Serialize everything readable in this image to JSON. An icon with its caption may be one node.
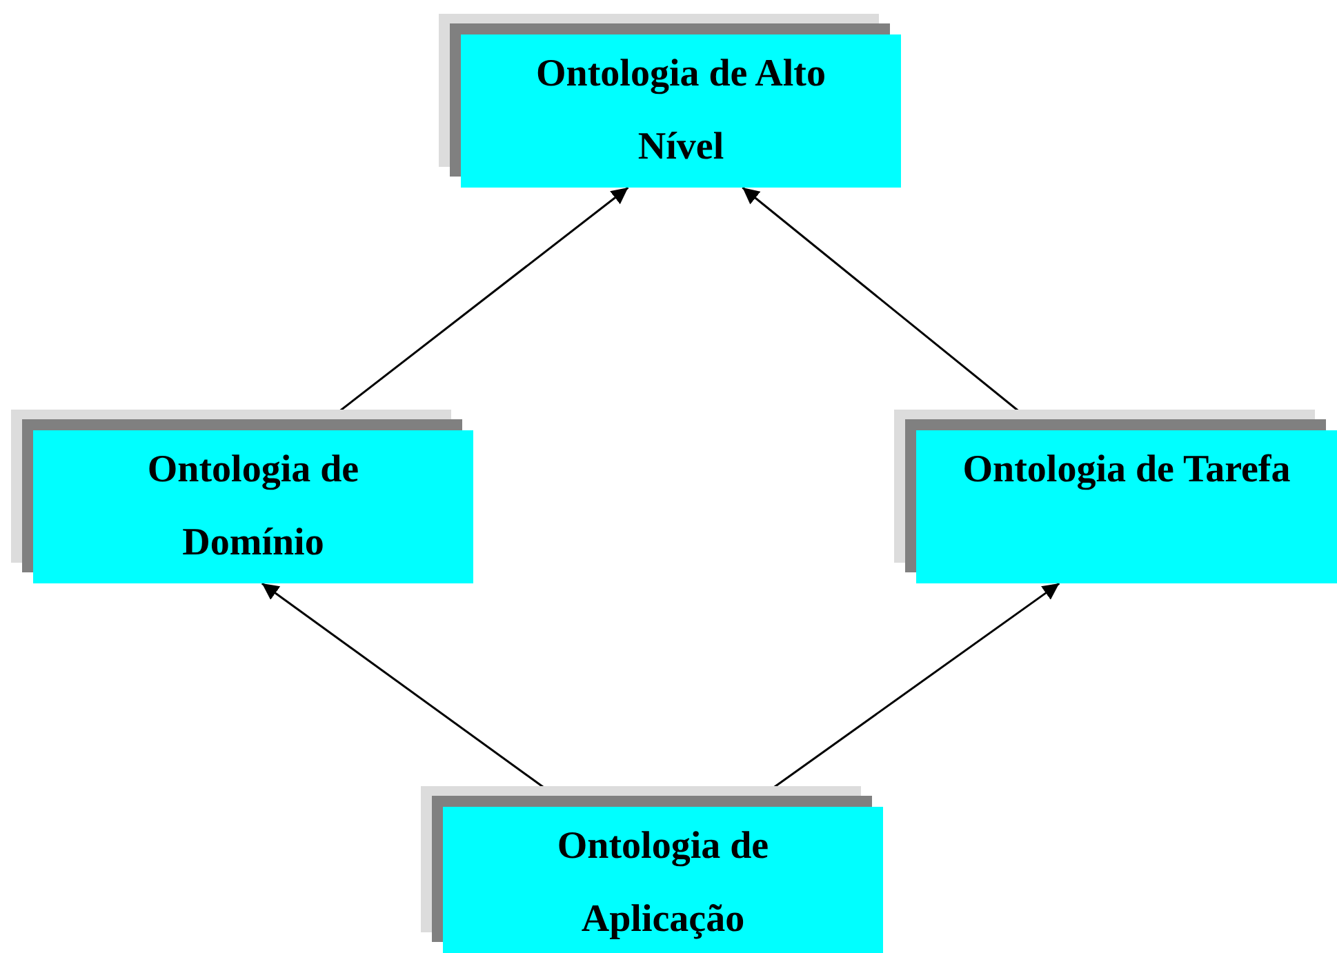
{
  "diagram": {
    "nodes": [
      {
        "text": [
          "Ontologia de Alto Nível"
        ]
      },
      {
        "text": [
          "Ontologia de Domínio"
        ]
      },
      {
        "text": [
          "Ontologia de Tarefa"
        ]
      },
      {
        "text": [
          "Ontologia de Aplicação"
        ]
      }
    ],
    "edges": [
      {
        "from": 1,
        "to": 0,
        "arrow": "to"
      },
      {
        "from": 2,
        "to": 0,
        "arrow": "to"
      },
      {
        "from": 3,
        "to": 1,
        "arrow": "to"
      },
      {
        "from": 3,
        "to": 2,
        "arrow": "to"
      }
    ]
  }
}
